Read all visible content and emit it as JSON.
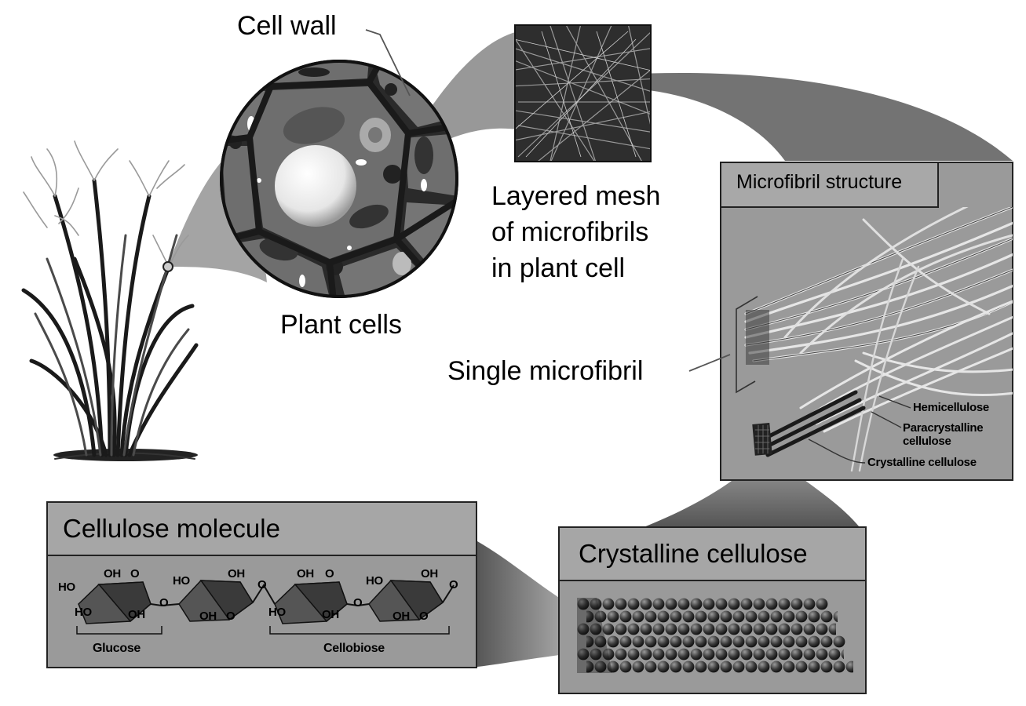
{
  "labels": {
    "cell_wall": "Cell wall",
    "plant_cells": "Plant cells",
    "layered_mesh": [
      "Layered mesh",
      "of microfibrils",
      "in plant cell"
    ],
    "single_microfibril": "Single microfibril"
  },
  "microfibril_box": {
    "title": "Microfibril structure",
    "callouts": {
      "hemicellulose": "Hemicellulose",
      "paracrystalline": [
        "Paracrystalline",
        "cellulose"
      ],
      "crystalline": "Crystalline cellulose"
    }
  },
  "cellulose_box": {
    "title": "Cellulose molecule",
    "group_labels": {
      "glucose": "Glucose",
      "cellobiose": "Cellobiose"
    },
    "atoms": {
      "ho": "HO",
      "oh": "OH",
      "o": "O"
    }
  },
  "crystalline_box": {
    "title": "Crystalline cellulose"
  }
}
